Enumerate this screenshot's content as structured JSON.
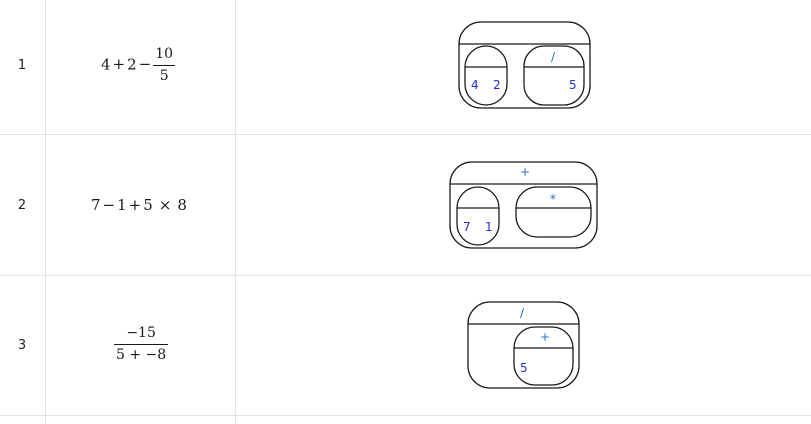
{
  "rows": [
    {
      "index": "1",
      "expression": {
        "a": "4",
        "op1": "+",
        "b": "2",
        "op2": "−",
        "frac_num": "10",
        "frac_den": "5"
      },
      "diagram": {
        "top_op": "",
        "left_a": "4",
        "left_b": "2",
        "right_op": "/",
        "right_val": "5"
      }
    },
    {
      "index": "2",
      "expression": {
        "a": "7",
        "op1": "−",
        "b": "1",
        "op2": "+",
        "c": "5",
        "op3": "×",
        "d": "8"
      },
      "diagram": {
        "top_op": "+",
        "left_a": "7",
        "left_b": "1",
        "right_op": "*"
      }
    },
    {
      "index": "3",
      "expression": {
        "frac_num": "−15",
        "frac_den": "5 + −8"
      },
      "diagram": {
        "top_op": "/",
        "inner_op": "+",
        "inner_val": "5"
      }
    }
  ]
}
